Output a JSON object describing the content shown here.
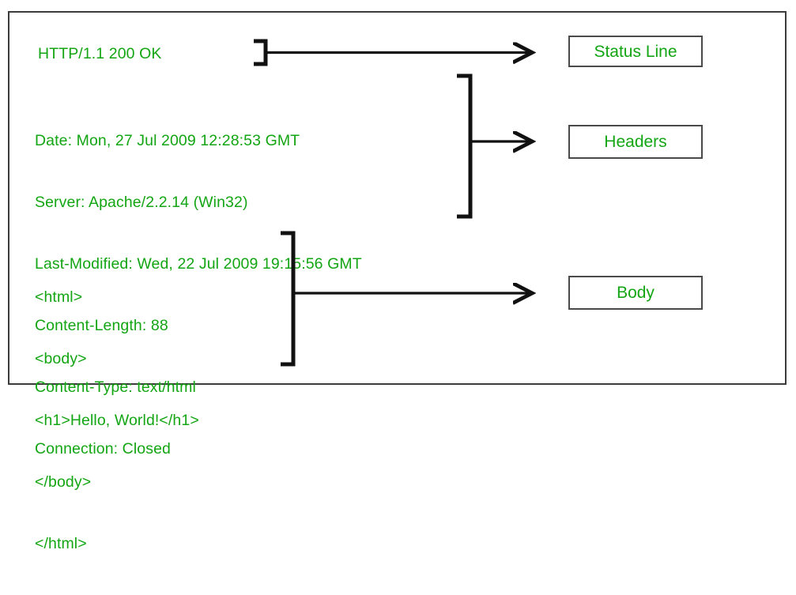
{
  "diagram": {
    "title_alt": "HTTP response message structure",
    "border_color": "#3c3c3c",
    "text_color": "#13a513",
    "connector_color": "#111111",
    "background": "#ffffff"
  },
  "message": {
    "status_line": "HTTP/1.1 200 OK",
    "headers": [
      "Date: Mon, 27 Jul 2009 12:28:53 GMT",
      "Server: Apache/2.2.14 (Win32)",
      "Last-Modified: Wed, 22 Jul 2009 19:15:56 GMT",
      "Content-Length: 88",
      "Content-Type: text/html",
      "Connection: Closed"
    ],
    "body": [
      "<html>",
      "<body>",
      "<h1>Hello, World!</h1>",
      "</body>",
      "</html>"
    ]
  },
  "labels": {
    "status_line": "Status Line",
    "headers": "Headers",
    "body": "Body"
  }
}
